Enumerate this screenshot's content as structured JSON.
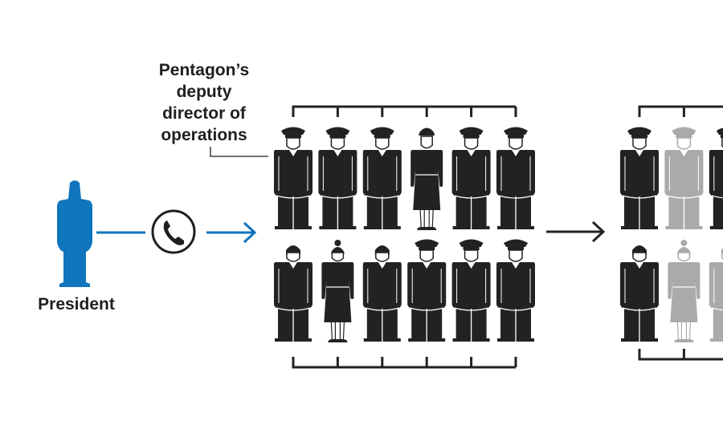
{
  "colors": {
    "president": "#0f75bc",
    "officer": "#222222",
    "inactive": "#aaaaaa",
    "line": "#222222",
    "background": "#ffffff"
  },
  "labels": {
    "president": "President",
    "pentagon": [
      "Pentagon’s",
      "deputy",
      "director of",
      "operations"
    ]
  },
  "icons": {
    "phone": "phone-icon",
    "arrow": "arrow-right-icon"
  },
  "groups": [
    {
      "name": "officer-group-first",
      "top_row": [
        {
          "type": "officer-cap",
          "state": "active"
        },
        {
          "type": "officer-cap",
          "state": "active"
        },
        {
          "type": "officer-cap",
          "state": "active"
        },
        {
          "type": "woman-cap",
          "state": "active"
        },
        {
          "type": "officer-cap",
          "state": "active"
        },
        {
          "type": "officer-cap",
          "state": "active"
        }
      ],
      "bottom_row": [
        {
          "type": "man",
          "state": "active"
        },
        {
          "type": "woman",
          "state": "active"
        },
        {
          "type": "man",
          "state": "active"
        },
        {
          "type": "officer-cap",
          "state": "active"
        },
        {
          "type": "officer-cap",
          "state": "active"
        },
        {
          "type": "officer-cap",
          "state": "active"
        }
      ]
    },
    {
      "name": "officer-group-second",
      "top_row": [
        {
          "type": "officer-cap",
          "state": "active"
        },
        {
          "type": "officer-cap",
          "state": "inactive"
        },
        {
          "type": "officer-cap",
          "state": "active"
        }
      ],
      "bottom_row": [
        {
          "type": "man",
          "state": "active"
        },
        {
          "type": "woman",
          "state": "inactive"
        },
        {
          "type": "man",
          "state": "inactive"
        }
      ]
    }
  ]
}
